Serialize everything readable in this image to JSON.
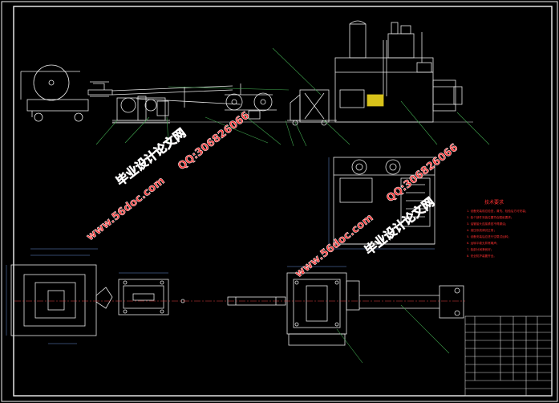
{
  "drawing": {
    "colors": {
      "background": "#000000",
      "frame": "#f2f2f2",
      "lines": "#e8e8e8",
      "equipment": "#ffffff",
      "leader": "#3fa34d",
      "centerline": "#e04040",
      "dimension": "#6b8fd6",
      "notes": "#ff3030",
      "watermark_red": "#ff3b3b",
      "watermark_outline": "#ffffff"
    },
    "watermarks": [
      {
        "text": "毕业设计论文网"
      },
      {
        "text": "www.56doc.com"
      },
      {
        "text": "QQ:306826066"
      },
      {
        "text": "www.56doc.com"
      },
      {
        "text": "QQ:306826066"
      },
      {
        "text": "毕业设计论文网"
      }
    ],
    "notes": {
      "title": "技术要求",
      "lines": [
        "1. 设备安装前应检查，清洗、检验后方可安装；",
        "2. 各个部件安装位置符合图纸要求；",
        "3. 油管接头连接紧密不得漏油；",
        "4. 液压系统调试正常；",
        "5. 设备安装后应进行空载试运转；",
        "6. 运转平稳无异常噪声；",
        "7. 各部分润滑良好；",
        "8. 安全防护装置齐全。"
      ]
    }
  }
}
